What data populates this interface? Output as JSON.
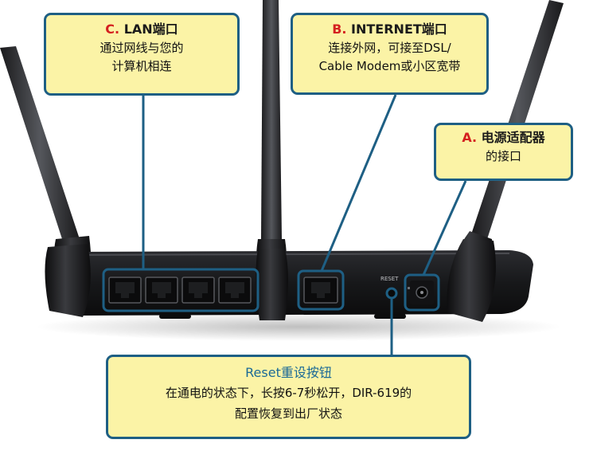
{
  "callouts": {
    "lan": {
      "letter": "C.",
      "title": "LAN端口",
      "lines": [
        "通过网线与您的",
        "计算机相连"
      ]
    },
    "internet": {
      "letter": "B.",
      "title": "INTERNET端口",
      "lines": [
        "连接外网，可接至DSL/",
        "Cable Modem或小区宽带"
      ]
    },
    "power": {
      "letter": "A.",
      "title": "电源适配器",
      "lines": [
        "的接口"
      ]
    },
    "reset": {
      "title": "Reset重设按钮",
      "lines": [
        "在通电的状态下，长按6-7秒松开，DIR-619的",
        "配置恢复到出厂状态"
      ]
    }
  },
  "device_labels": {
    "reset": "RESET"
  },
  "colors": {
    "callout_fill": "#fbf3a6",
    "callout_border": "#1e5f84",
    "letter": "#d42020",
    "leader_line": "#1e5f84",
    "router_body": "#1b1b1d"
  },
  "lan_port_count": 4
}
